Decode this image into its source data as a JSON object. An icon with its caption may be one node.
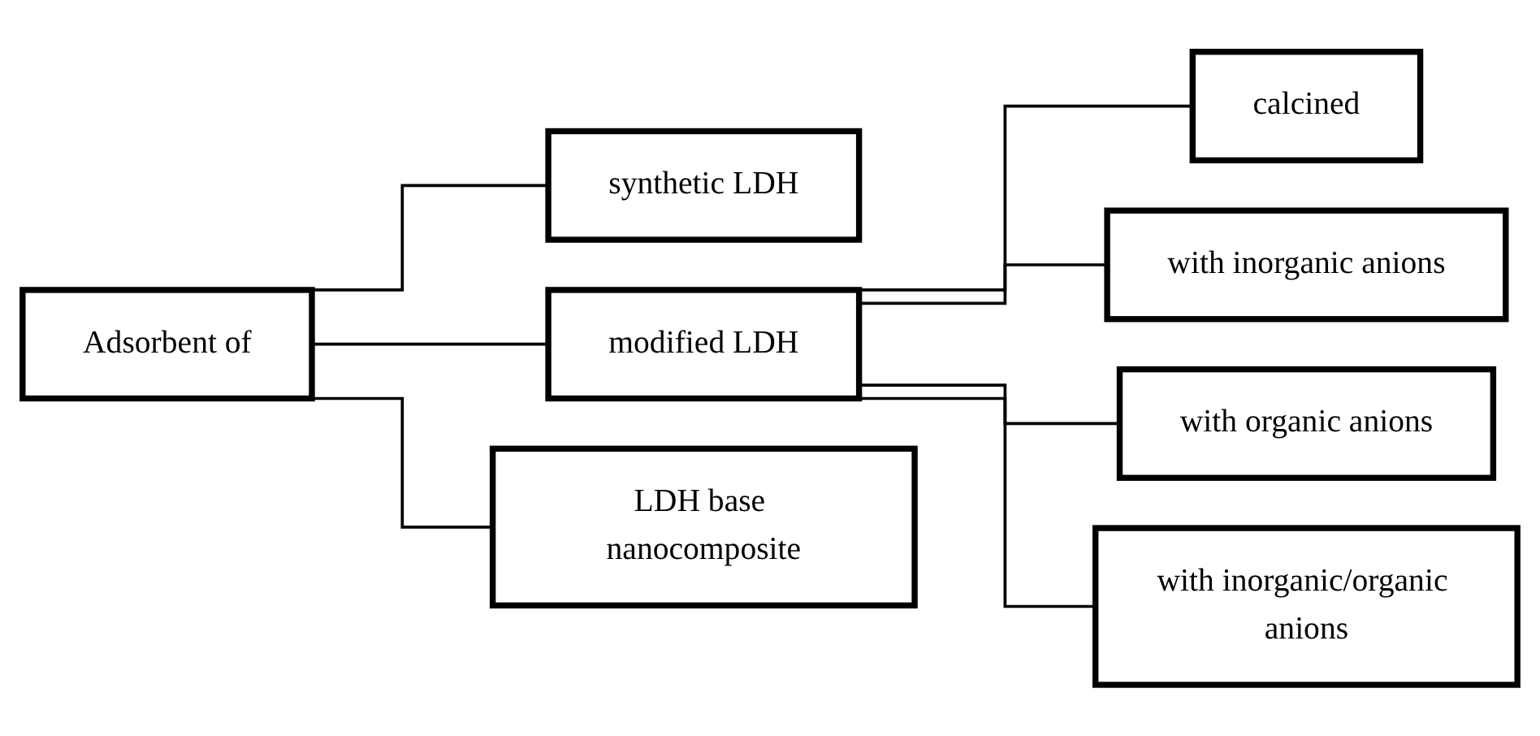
{
  "diagram": {
    "nodes": [
      {
        "text": [
          "Adsorbent of"
        ]
      },
      {
        "text": [
          "synthetic LDH"
        ]
      },
      {
        "text": [
          "modified LDH"
        ]
      },
      {
        "text": [
          "LDH base nanocomposite"
        ]
      },
      {
        "text": [
          "calcined"
        ]
      },
      {
        "text": [
          "with inorganic anions"
        ]
      },
      {
        "text": [
          "with organic anions"
        ]
      },
      {
        "text": [
          "with inorganic/organic anions"
        ]
      }
    ],
    "edges": [
      {
        "from": 0,
        "to": 1,
        "arrow": "none"
      },
      {
        "from": 0,
        "to": 2,
        "arrow": "none"
      },
      {
        "from": 0,
        "to": 3,
        "arrow": "none"
      },
      {
        "from": 2,
        "to": 4,
        "arrow": "none"
      },
      {
        "from": 2,
        "to": 5,
        "arrow": "none"
      },
      {
        "from": 2,
        "to": 6,
        "arrow": "none"
      },
      {
        "from": 2,
        "to": 7,
        "arrow": "none"
      }
    ]
  }
}
